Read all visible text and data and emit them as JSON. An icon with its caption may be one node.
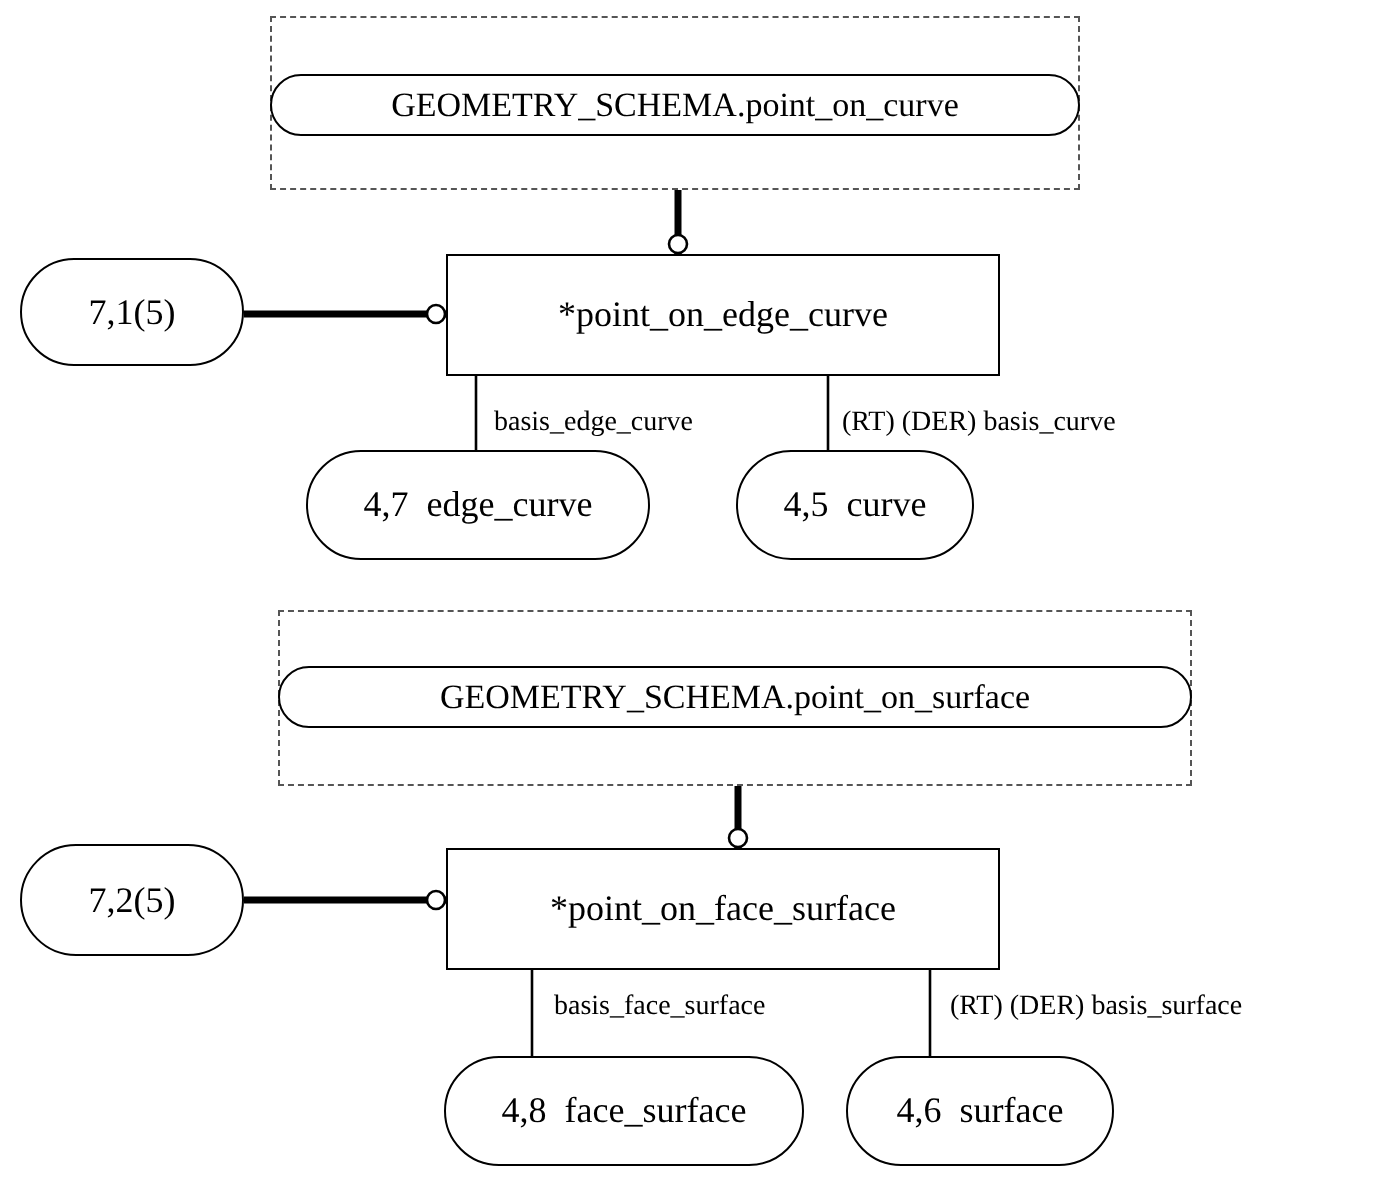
{
  "diagram": {
    "nodes": [
      {
        "text": [],
        "shape": "box"
      },
      {
        "text": [
          "GEOMETRY_SCHEMA.point_on_curve"
        ],
        "in": 0
      },
      {
        "text": [
          "7,1(5)"
        ]
      },
      {
        "text": [
          "*point_on_edge_curve"
        ]
      },
      {
        "text": [
          "4,7  edge_curve"
        ]
      },
      {
        "text": [
          "4,5  curve"
        ]
      },
      {
        "text": [],
        "shape": "box"
      },
      {
        "text": [
          "GEOMETRY_SCHEMA.point_on_surface"
        ],
        "in": 6
      },
      {
        "text": [
          "7,2(5)"
        ]
      },
      {
        "text": [
          "*point_on_face_surface"
        ]
      },
      {
        "text": [
          "4,8  face_surface"
        ]
      },
      {
        "text": [
          "4,6  surface"
        ]
      }
    ],
    "edges": [
      {
        "from": 0,
        "to": 3,
        "arrow": "other",
        "style": "thick"
      },
      {
        "from": 2,
        "to": 3,
        "arrow": "other",
        "style": "thick"
      },
      {
        "from": 3,
        "to": 4,
        "arrow": "none",
        "label": "basis_edge_curve"
      },
      {
        "from": 3,
        "to": 5,
        "arrow": "none",
        "label": "(RT) (DER) basis_curve"
      },
      {
        "from": 6,
        "to": 9,
        "arrow": "other",
        "style": "thick"
      },
      {
        "from": 8,
        "to": 9,
        "arrow": "other",
        "style": "thick"
      },
      {
        "from": 9,
        "to": 10,
        "arrow": "none",
        "label": "basis_face_surface"
      },
      {
        "from": 9,
        "to": 11,
        "arrow": "none",
        "label": "(RT) (DER) basis_surface"
      }
    ]
  }
}
